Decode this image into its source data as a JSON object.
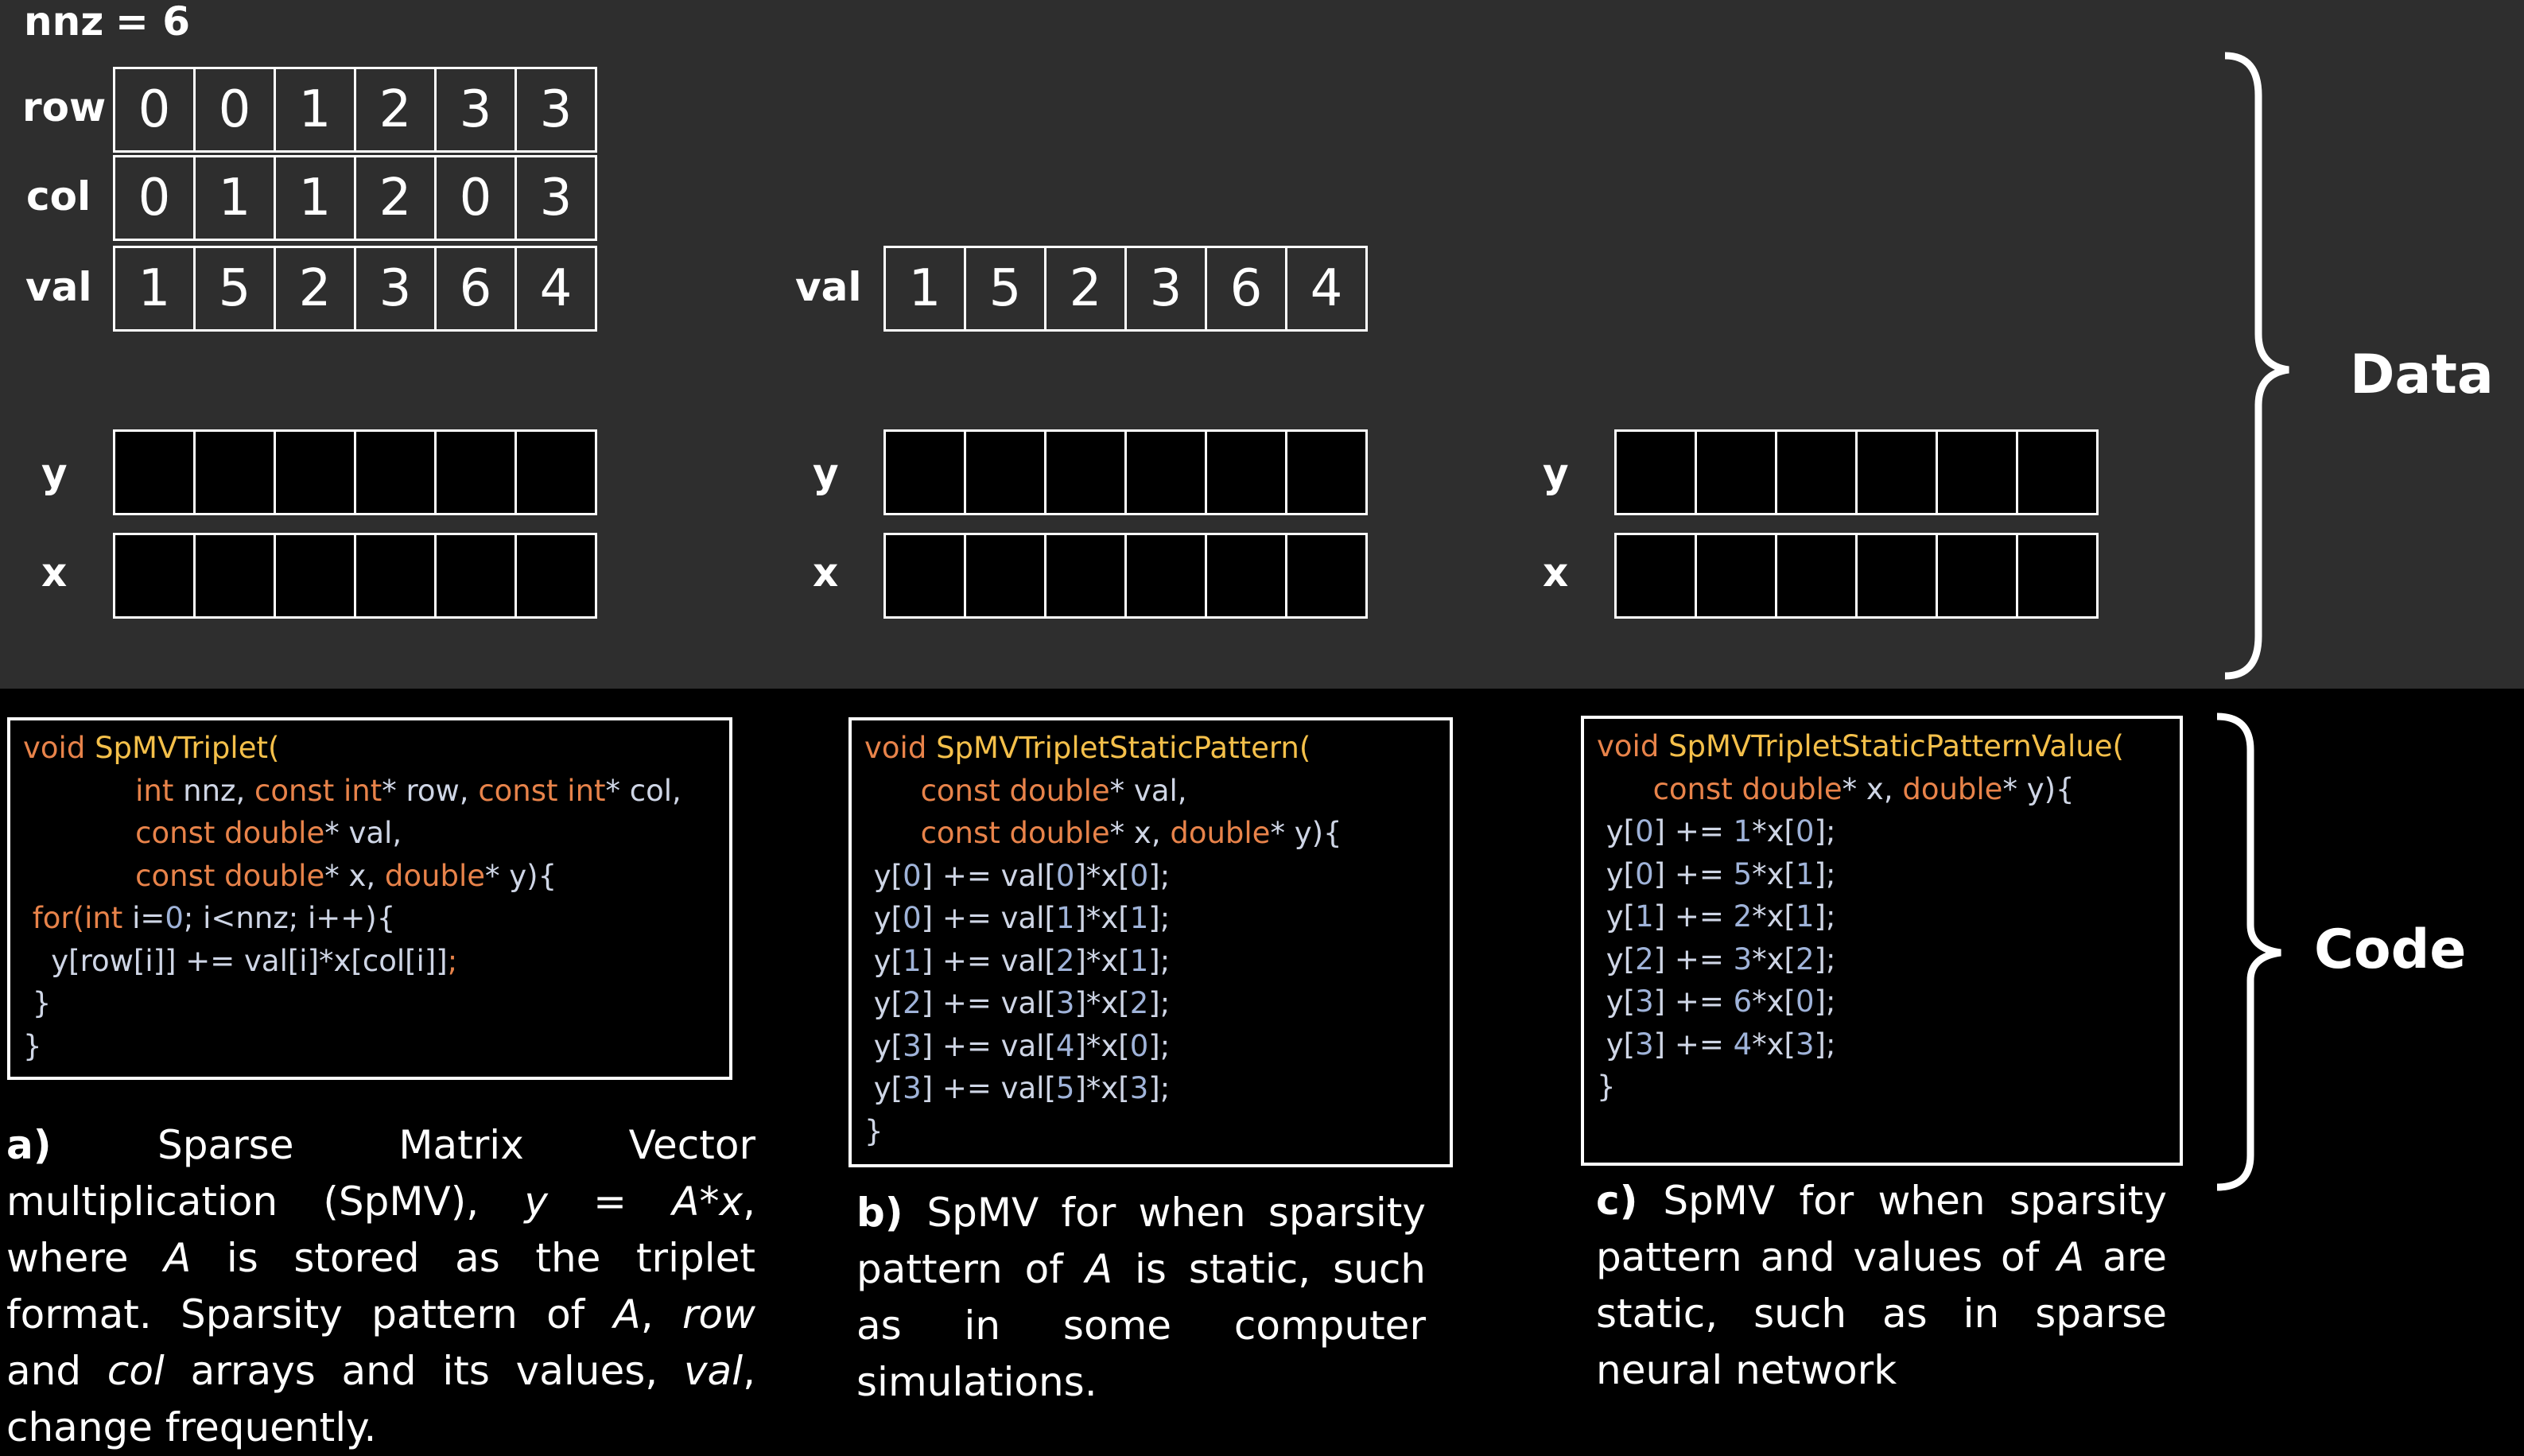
{
  "nnz_label": "nnz",
  "nnz_value": "= 6",
  "data_labels": {
    "row": "row",
    "col": "col",
    "val": "val",
    "y": "y",
    "x": "x"
  },
  "panel_a": {
    "row": [
      "0",
      "0",
      "1",
      "2",
      "3",
      "3"
    ],
    "col": [
      "0",
      "1",
      "1",
      "2",
      "0",
      "3"
    ],
    "val": [
      "1",
      "5",
      "2",
      "3",
      "6",
      "4"
    ]
  },
  "panel_b": {
    "val": [
      "1",
      "5",
      "2",
      "3",
      "6",
      "4"
    ]
  },
  "brace_labels": {
    "data": "Data",
    "code": "Code"
  },
  "code_a": [
    [
      [
        "kw",
        "void "
      ],
      [
        "fn",
        "SpMVTriplet("
      ]
    ],
    [
      [
        "kw",
        "            int "
      ],
      [
        "id",
        "nnz, "
      ],
      [
        "kw",
        "const int"
      ],
      [
        "id",
        "* row, "
      ],
      [
        "kw",
        "const int"
      ],
      [
        "id",
        "* col,"
      ]
    ],
    [
      [
        "kw",
        "            const double"
      ],
      [
        "id",
        "* val,"
      ]
    ],
    [
      [
        "kw",
        "            const double"
      ],
      [
        "id",
        "* x, "
      ],
      [
        "kw",
        "double"
      ],
      [
        "id",
        "* y){"
      ]
    ],
    [
      [
        "kw",
        " for("
      ],
      [
        "kw",
        "int "
      ],
      [
        "id",
        "i="
      ],
      [
        "nm",
        "0"
      ],
      [
        "id",
        "; i<nnz; i++){"
      ]
    ],
    [
      [
        "id",
        "   y[row[i]] += val[i]*x[col[i]]"
      ],
      [
        "kw",
        ";"
      ]
    ],
    [
      [
        "id",
        " }"
      ]
    ],
    [
      [
        "id",
        "}"
      ]
    ]
  ],
  "code_b": [
    [
      [
        "kw",
        "void "
      ],
      [
        "fn",
        "SpMVTripletStaticPattern("
      ]
    ],
    [
      [
        "kw",
        "      const double"
      ],
      [
        "id",
        "* val,"
      ]
    ],
    [
      [
        "kw",
        "      const double"
      ],
      [
        "id",
        "* x, "
      ],
      [
        "kw",
        "double"
      ],
      [
        "id",
        "* y){"
      ]
    ],
    [
      [
        "id",
        " y["
      ],
      [
        "nm",
        "0"
      ],
      [
        "id",
        "] += val["
      ],
      [
        "nm",
        "0"
      ],
      [
        "id",
        "]*x["
      ],
      [
        "nm",
        "0"
      ],
      [
        "id",
        "];"
      ]
    ],
    [
      [
        "id",
        " y["
      ],
      [
        "nm",
        "0"
      ],
      [
        "id",
        "] += val["
      ],
      [
        "nm",
        "1"
      ],
      [
        "id",
        "]*x["
      ],
      [
        "nm",
        "1"
      ],
      [
        "id",
        "];"
      ]
    ],
    [
      [
        "id",
        " y["
      ],
      [
        "nm",
        "1"
      ],
      [
        "id",
        "] += val["
      ],
      [
        "nm",
        "2"
      ],
      [
        "id",
        "]*x["
      ],
      [
        "nm",
        "1"
      ],
      [
        "id",
        "];"
      ]
    ],
    [
      [
        "id",
        " y["
      ],
      [
        "nm",
        "2"
      ],
      [
        "id",
        "] += val["
      ],
      [
        "nm",
        "3"
      ],
      [
        "id",
        "]*x["
      ],
      [
        "nm",
        "2"
      ],
      [
        "id",
        "];"
      ]
    ],
    [
      [
        "id",
        " y["
      ],
      [
        "nm",
        "3"
      ],
      [
        "id",
        "] += val["
      ],
      [
        "nm",
        "4"
      ],
      [
        "id",
        "]*x["
      ],
      [
        "nm",
        "0"
      ],
      [
        "id",
        "];"
      ]
    ],
    [
      [
        "id",
        " y["
      ],
      [
        "nm",
        "3"
      ],
      [
        "id",
        "] += val["
      ],
      [
        "nm",
        "5"
      ],
      [
        "id",
        "]*x["
      ],
      [
        "nm",
        "3"
      ],
      [
        "id",
        "];"
      ]
    ],
    [
      [
        "id",
        "}"
      ]
    ]
  ],
  "code_c": [
    [
      [
        "kw",
        "void "
      ],
      [
        "fn",
        "SpMVTripletStaticPatternValue("
      ]
    ],
    [
      [
        "kw",
        "      const double"
      ],
      [
        "id",
        "* x, "
      ],
      [
        "kw",
        "double"
      ],
      [
        "id",
        "* y){"
      ]
    ],
    [
      [
        "id",
        " y["
      ],
      [
        "nm",
        "0"
      ],
      [
        "id",
        "] += "
      ],
      [
        "nm",
        "1"
      ],
      [
        "id",
        "*x["
      ],
      [
        "nm",
        "0"
      ],
      [
        "id",
        "];"
      ]
    ],
    [
      [
        "id",
        " y["
      ],
      [
        "nm",
        "0"
      ],
      [
        "id",
        "] += "
      ],
      [
        "nm",
        "5"
      ],
      [
        "id",
        "*x["
      ],
      [
        "nm",
        "1"
      ],
      [
        "id",
        "];"
      ]
    ],
    [
      [
        "id",
        " y["
      ],
      [
        "nm",
        "1"
      ],
      [
        "id",
        "] += "
      ],
      [
        "nm",
        "2"
      ],
      [
        "id",
        "*x["
      ],
      [
        "nm",
        "1"
      ],
      [
        "id",
        "];"
      ]
    ],
    [
      [
        "id",
        " y["
      ],
      [
        "nm",
        "2"
      ],
      [
        "id",
        "] += "
      ],
      [
        "nm",
        "3"
      ],
      [
        "id",
        "*x["
      ],
      [
        "nm",
        "2"
      ],
      [
        "id",
        "];"
      ]
    ],
    [
      [
        "id",
        " y["
      ],
      [
        "nm",
        "3"
      ],
      [
        "id",
        "] += "
      ],
      [
        "nm",
        "6"
      ],
      [
        "id",
        "*x["
      ],
      [
        "nm",
        "0"
      ],
      [
        "id",
        "];"
      ]
    ],
    [
      [
        "id",
        " y["
      ],
      [
        "nm",
        "3"
      ],
      [
        "id",
        "] += "
      ],
      [
        "nm",
        "4"
      ],
      [
        "id",
        "*x["
      ],
      [
        "nm",
        "3"
      ],
      [
        "id",
        "];"
      ]
    ],
    [
      [
        "id",
        "}"
      ]
    ]
  ],
  "caption_a": [
    [
      "b",
      "a) "
    ],
    [
      "t",
      "Sparse Matrix Vector multiplication (SpMV), "
    ],
    [
      "i",
      "y = A*x"
    ],
    [
      "t",
      ", where "
    ],
    [
      "i",
      "A"
    ],
    [
      "t",
      " is stored as the triplet format. Sparsity pattern of "
    ],
    [
      "i",
      "A"
    ],
    [
      "t",
      ", "
    ],
    [
      "i",
      "row"
    ],
    [
      "t",
      " and "
    ],
    [
      "i",
      "col"
    ],
    [
      "t",
      " arrays and its values, "
    ],
    [
      "i",
      "val"
    ],
    [
      "t",
      ", change frequently."
    ]
  ],
  "caption_b": [
    [
      "b",
      "b) "
    ],
    [
      "t",
      "SpMV for when sparsity pattern of "
    ],
    [
      "i",
      "A"
    ],
    [
      "t",
      " is static, such as in some computer simulations."
    ]
  ],
  "caption_c": [
    [
      "b",
      "c) "
    ],
    [
      "t",
      "SpMV for when sparsity pattern and values of "
    ],
    [
      "i",
      "A"
    ],
    [
      "t",
      " are static, such as in sparse neural network"
    ]
  ]
}
